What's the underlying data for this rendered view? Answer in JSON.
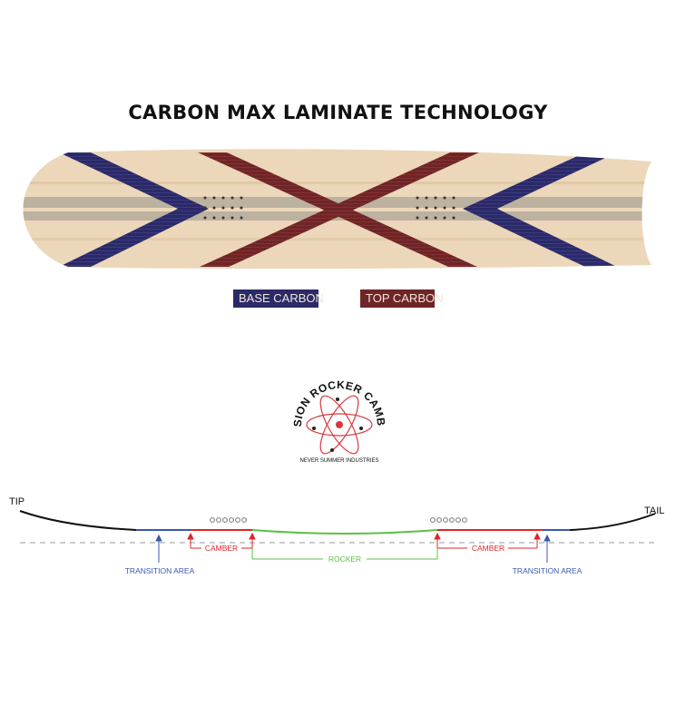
{
  "title": "CARBON MAX LAMINATE TECHNOLOGY",
  "legend": {
    "base_carbon": "BASE CARBON",
    "top_carbon": "TOP CARBON"
  },
  "logo": {
    "ring_text": "FUSION ROCKER CAMBER",
    "sub_text": "NEVER SUMMER INDUSTRIES"
  },
  "profile": {
    "tip": "TIP",
    "tail": "TAIL",
    "camber_left": "CAMBER",
    "camber_right": "CAMBER",
    "rocker": "ROCKER",
    "transition_left": "TRANSITION AREA",
    "transition_right": "TRANSITION AREA"
  },
  "colors": {
    "base_carbon": "#2b2a68",
    "top_carbon": "#6e2528",
    "wood": "#ecd7ba",
    "camber": "#e0262b",
    "rocker": "#5cc043",
    "transition": "#3a58b0",
    "profile_line": "#111111"
  }
}
